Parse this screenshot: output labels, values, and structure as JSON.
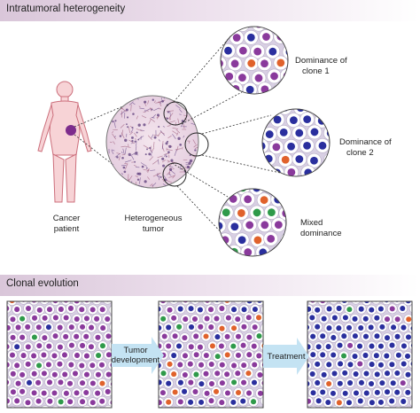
{
  "sections": {
    "top_title": "Intratumoral heterogeneity",
    "bottom_title": "Clonal evolution"
  },
  "labels": {
    "patient": [
      "Cancer",
      "patient"
    ],
    "tumor": [
      "Heterogeneous",
      "tumor"
    ],
    "clone1": [
      "Dominance of",
      "clone 1"
    ],
    "clone2": [
      "Dominance of",
      "clone 2"
    ],
    "mixed": [
      "Mixed",
      "dominance"
    ]
  },
  "arrows": {
    "development": [
      "Tumor",
      "development"
    ],
    "treatment": "Treatment"
  },
  "colors": {
    "purple": "#8a3a9c",
    "blue": "#2a2f9e",
    "green": "#2f9a4a",
    "orange": "#e0622c",
    "cell_bg": "#d8cfe3",
    "patient_skin": "#f7d3d6",
    "patient_outline": "#cc6f7c",
    "arrow_fill": "#c4e3f3",
    "header_grad": "#d9c6d9"
  }
}
